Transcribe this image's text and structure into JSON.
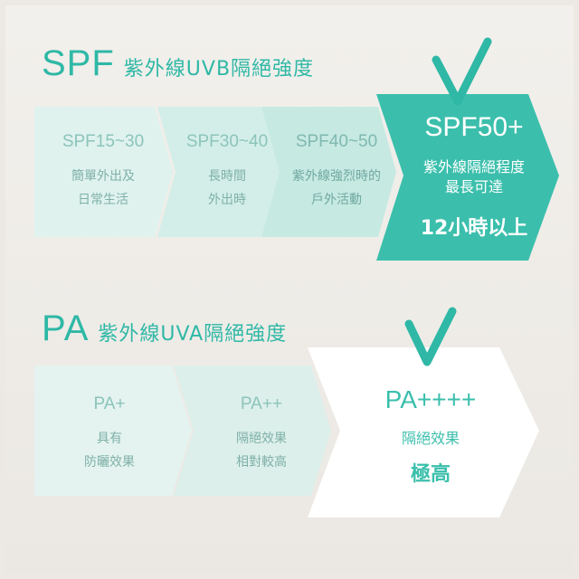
{
  "spf": {
    "title_main": "SPF",
    "title_sub": "紫外線UVB隔絕強度",
    "steps": [
      {
        "level": "SPF15~30",
        "desc": "簡單外出及\n日常生活"
      },
      {
        "level": "SPF30~40",
        "desc": "長時間\n外出時"
      },
      {
        "level": "SPF40~50",
        "desc": "紫外線強烈時的\n戶外活動"
      }
    ],
    "highlight": {
      "level": "SPF50+",
      "desc": "紫外線隔絕程度\n最長可達",
      "emphasis": "12小時以上"
    }
  },
  "pa": {
    "title_main": "PA",
    "title_sub": "紫外線UVA隔絕強度",
    "steps": [
      {
        "level": "PA+",
        "desc": "具有\n防曬效果"
      },
      {
        "level": "PA++",
        "desc": "隔絕效果\n相對較高"
      }
    ],
    "highlight": {
      "level": "PA++++",
      "desc": "隔絕效果",
      "emphasis": "極高"
    }
  },
  "colors": {
    "teal": "#2fb8a6",
    "teal_light_1": "#dff2ee",
    "teal_light_2": "#cfece6",
    "teal_light_3": "#bfe6de",
    "highlight_teal": "#3bbfac",
    "muted_text": "#7fb9b0",
    "white": "#ffffff"
  }
}
